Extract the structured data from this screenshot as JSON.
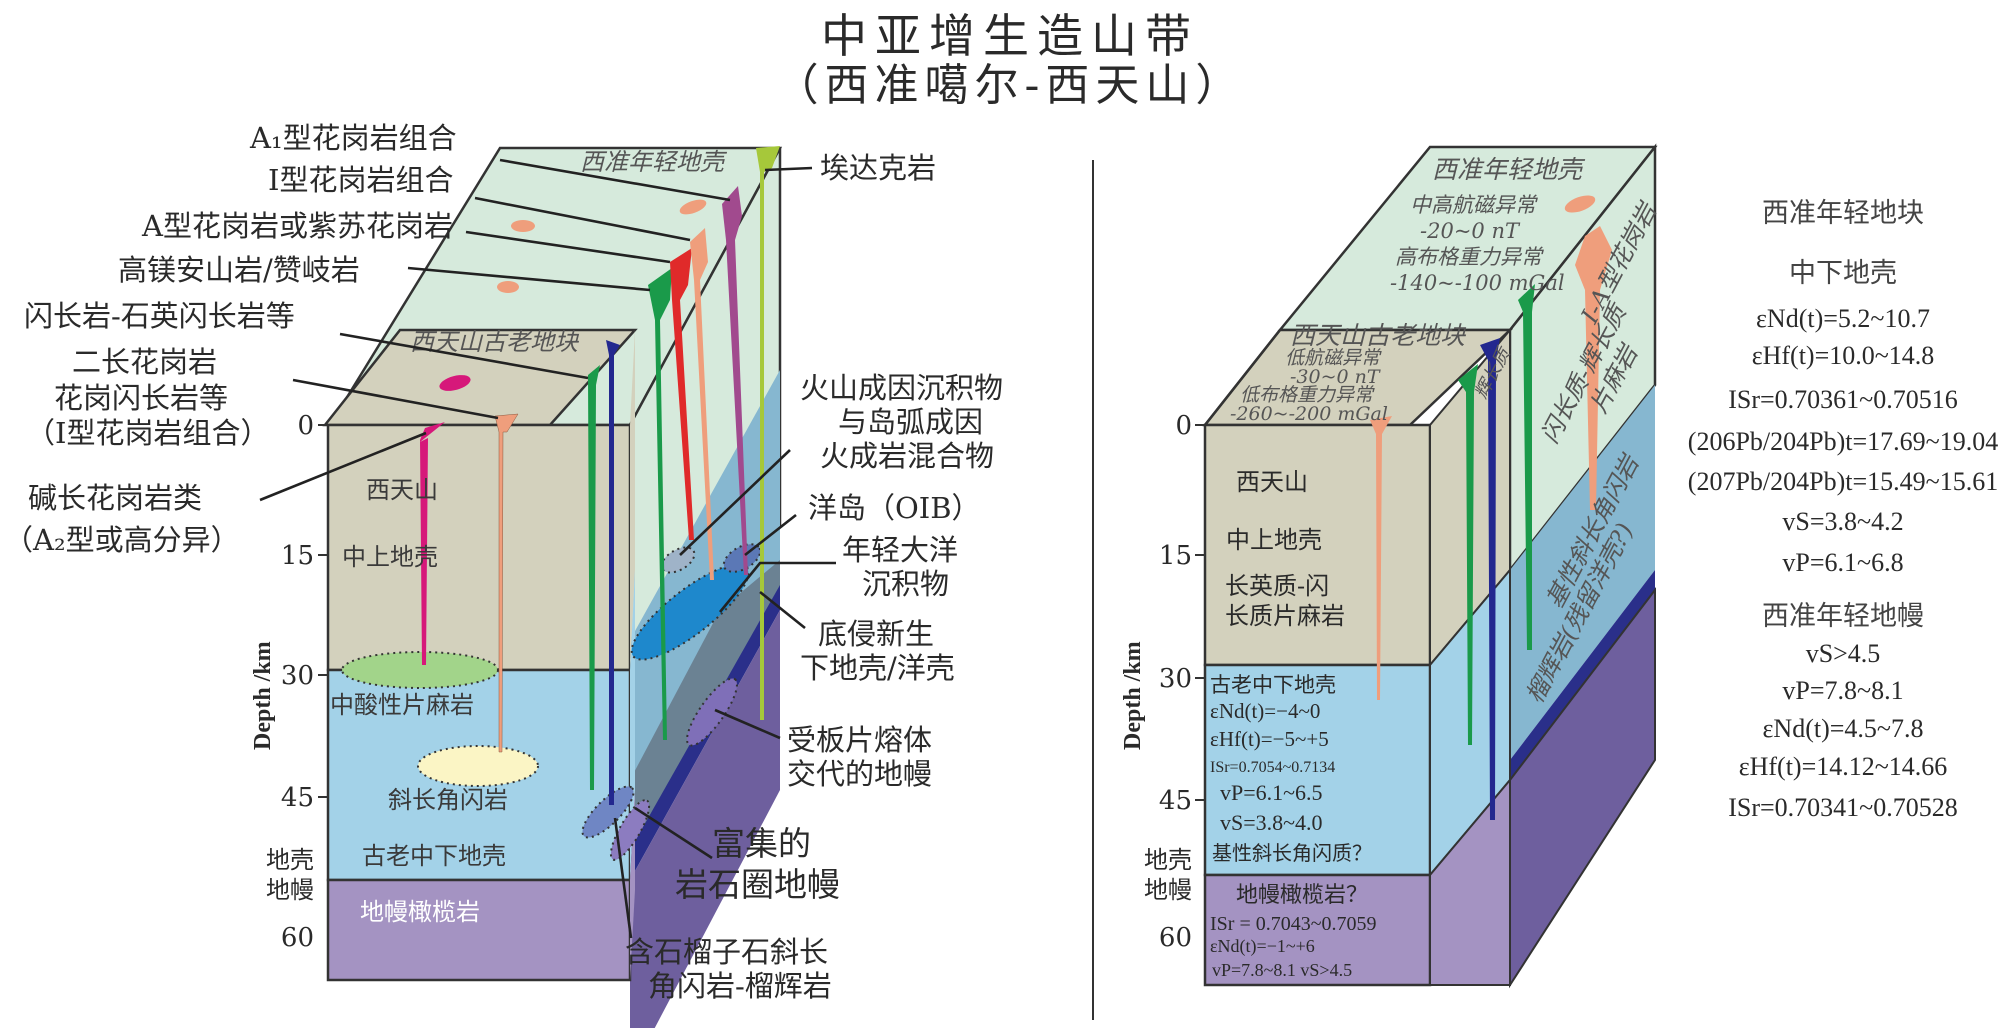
{
  "title": {
    "line1": "中亚增生造山带",
    "line2": "（西准噶尔-西天山）"
  },
  "colors": {
    "junggar_crust": "#d6eadc",
    "tianshan_block": "#d3d1bd",
    "lower_crust": "#a3d2e8",
    "deep_crust_blue": "#86b7d0",
    "mantle": "#a493c2",
    "mantle_dark": "#6e5f9e",
    "underplate": "#2a2f8a",
    "granite_A1": "#a14a8e",
    "granite_I": "#ef9e7c",
    "granite_A_char": "#e02a2a",
    "adakite_mg": "#1a9a4a",
    "adakite": "#a6c83a",
    "alkali_granite": "#d6187a",
    "gabbro": "#23288f",
    "ocean_island": "#1e88cc"
  },
  "left_diagram": {
    "top_labels": {
      "junggar_young_crust": "西准年轻地壳",
      "tianshan_old_block": "西天山古老地块"
    },
    "face_labels": {
      "tianshan": "西天山",
      "middle_upper_crust": "中上地壳",
      "intermediate_acid_gneiss": "中酸性片麻岩",
      "plagioclase_amphibolite": "斜长角闪岩",
      "ancient_mid_lower_crust": "古老中下地壳",
      "mantle_peridotite": "地幔橄榄岩"
    },
    "depth_axis": {
      "title": "Depth /km",
      "ticks": [
        "0",
        "15",
        "30",
        "45",
        "60"
      ],
      "moho_label_1": "地壳",
      "moho_label_2": "地幔"
    },
    "callouts_left": [
      {
        "key": "a1_granite",
        "text": "A₁型花岗岩组合"
      },
      {
        "key": "i_granite",
        "text": "I型花岗岩组合"
      },
      {
        "key": "a_charnockite",
        "text": "A型花岗岩或紫苏花岗岩"
      },
      {
        "key": "high_mg_andesite",
        "text": "高镁安山岩/赞岐岩"
      },
      {
        "key": "diorite",
        "text": "闪长岩-石英闪长岩等"
      },
      {
        "key": "two_feldspar_1",
        "text": "二长花岗岩"
      },
      {
        "key": "two_feldspar_2",
        "text": "花岗闪长岩等"
      },
      {
        "key": "two_feldspar_3",
        "text": "（I型花岗岩组合）"
      },
      {
        "key": "alkali_granite_1",
        "text": "碱长花岗岩类"
      },
      {
        "key": "alkali_granite_2",
        "text": "（A₂型或高分异）"
      }
    ],
    "callouts_right": [
      {
        "key": "adakite",
        "text": "埃达克岩"
      },
      {
        "key": "volcanic_1",
        "text": "火山成因沉积物"
      },
      {
        "key": "volcanic_2",
        "text": "与岛弧成因"
      },
      {
        "key": "volcanic_3",
        "text": "火成岩混合物"
      },
      {
        "key": "oib",
        "text": "洋岛（OIB）"
      },
      {
        "key": "young_ocean_1",
        "text": "年轻大洋"
      },
      {
        "key": "young_ocean_2",
        "text": "沉积物"
      },
      {
        "key": "underplate_1",
        "text": "底侵新生"
      },
      {
        "key": "underplate_2",
        "text": "下地壳/洋壳"
      },
      {
        "key": "slab_melt_1",
        "text": "受板片熔体"
      },
      {
        "key": "slab_melt_2",
        "text": "交代的地幔"
      },
      {
        "key": "enriched_1",
        "text": "富集的"
      },
      {
        "key": "enriched_2",
        "text": "岩石圈地幔"
      },
      {
        "key": "garnet_1",
        "text": "含石榴子石斜长"
      },
      {
        "key": "garnet_2",
        "text": "角闪岩-榴辉岩"
      }
    ]
  },
  "right_diagram": {
    "top_junggar": {
      "title": "西准年轻地壳",
      "line1": "中高航磁异常",
      "line2": "-20~0 nT",
      "line3": "高布格重力异常",
      "line4": "-140~-100 mGal"
    },
    "top_tianshan": {
      "title": "西天山古老地块",
      "line1": "低航磁异常",
      "line2": "-30~0 nT",
      "line3": "低布格重力异常",
      "line4": "-260~-200 mGal"
    },
    "side_labels": {
      "gabbroic": "辉长质",
      "ia_granite": "I-A型花岗岩",
      "dioritic_gneiss_1": "闪长质-辉长质",
      "dioritic_gneiss_2": "片麻岩",
      "basic_amphibolite": "基性斜长角闪岩",
      "eclogite": "榴辉岩(残留洋壳?)"
    },
    "depth_axis": {
      "title": "Depth /km",
      "ticks": [
        "0",
        "15",
        "30",
        "45",
        "60"
      ],
      "moho_label_1": "地壳",
      "moho_label_2": "地幔"
    },
    "upper_face": {
      "l1": "西天山",
      "l2": "中上地壳",
      "l3": "长英质-闪",
      "l4": "长质片麻岩"
    },
    "lower_face": {
      "title": "古老中下地壳",
      "eNd": "εNd(t)=−4~0",
      "eHf": "εHf(t)=−5~+5",
      "ISr": "ISr=0.7054~0.7134",
      "vP": "vP=6.1~6.5",
      "vS": "vS=3.8~4.0",
      "note": "基性斜长角闪质？"
    },
    "mantle_face": {
      "title": "地幔橄榄岩？",
      "ISr": "ISr = 0.7043~0.7059",
      "eNd": "εNd(t)=−1~+6",
      "vPvS": "vP=7.8~8.1  vS>4.5"
    }
  },
  "side_panel": {
    "heading": "西准年轻地块",
    "crust_heading": "中下地壳",
    "crust": [
      "εNd(t)=5.2~10.7",
      "εHf(t)=10.0~14.8",
      "ISr=0.70361~0.70516",
      "(206Pb/204Pb)t=17.69~19.04",
      "(207Pb/204Pb)t=15.49~15.61",
      "vS=3.8~4.2",
      "vP=6.1~6.8"
    ],
    "mantle_heading": "西准年轻地幔",
    "mantle": [
      "vS>4.5",
      "vP=7.8~8.1",
      "εNd(t)=4.5~7.8",
      "εHf(t)=14.12~14.66",
      "ISr=0.70341~0.70528"
    ]
  }
}
